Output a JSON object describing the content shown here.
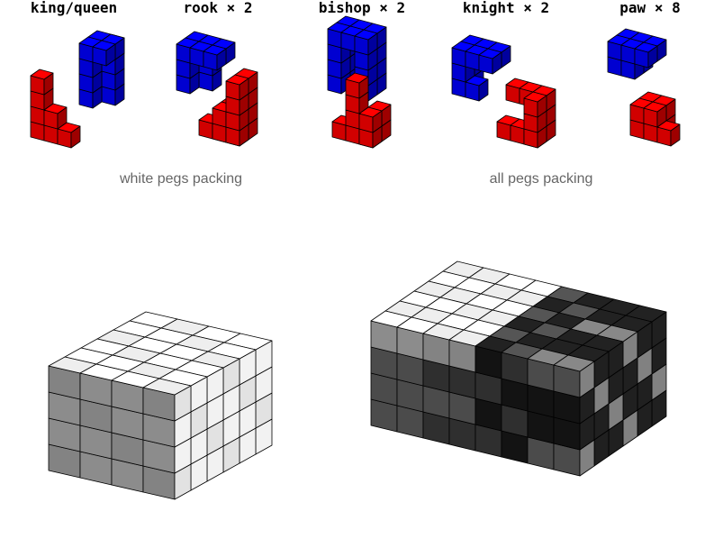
{
  "pieces": [
    {
      "id": "king-queen",
      "label": "king/queen"
    },
    {
      "id": "rook",
      "label": "rook × 2"
    },
    {
      "id": "bishop",
      "label": "bishop × 2"
    },
    {
      "id": "knight",
      "label": "knight × 2"
    },
    {
      "id": "pawn",
      "label": "paw × 8"
    }
  ],
  "sections": {
    "white_packing": "white pegs packing",
    "all_packing": "all pegs packing"
  },
  "colors": {
    "blue_piece": "#0000ff",
    "red_piece": "#ff0000",
    "white_peg": "#ffffff",
    "light_gray_peg": "#eeeeee",
    "mid_gray_peg": "#888888",
    "dark_gray_peg": "#555555",
    "black_peg": "#222222",
    "edge": "#000000"
  }
}
